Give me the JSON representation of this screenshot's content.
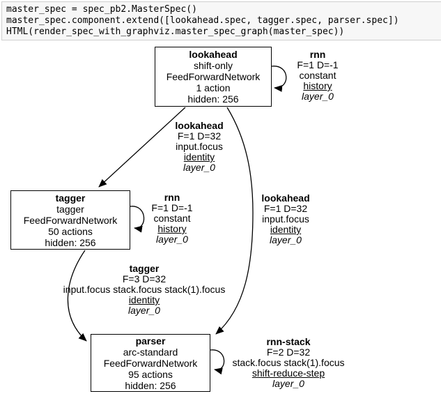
{
  "code_cell": {
    "lines": [
      "master_spec = spec_pb2.MasterSpec()",
      "master_spec.component.extend([lookahead.spec, tagger.spec, parser.spec])",
      "HTML(render_spec_with_graphviz.master_spec_graph(master_spec))"
    ],
    "background": "#f7f7f7",
    "border_color": "#cfcfcf"
  },
  "graph": {
    "colors": {
      "edge": "#000000",
      "box_border": "#000000",
      "box_fill": "#ffffff",
      "text": "#000000"
    },
    "nodes": [
      {
        "id": "lookahead",
        "title": "lookahead",
        "lines": [
          "shift-only",
          "FeedForwardNetwork",
          "1 action",
          "hidden: 256"
        ]
      },
      {
        "id": "tagger",
        "title": "tagger",
        "lines": [
          "tagger",
          "FeedForwardNetwork",
          "50 actions",
          "hidden: 256"
        ]
      },
      {
        "id": "parser",
        "title": "parser",
        "lines": [
          "arc-standard",
          "FeedForwardNetwork",
          "95 actions",
          "hidden: 256"
        ]
      }
    ],
    "edge_labels": [
      {
        "id": "rnn-on-lookahead",
        "title": "rnn",
        "line1": "F=1 D=-1",
        "line2": "constant",
        "underlined": "history",
        "italic": "layer_0"
      },
      {
        "id": "lookahead-to-tagger",
        "title": "lookahead",
        "line1": "F=1 D=32",
        "line2": "input.focus",
        "underlined": "identity",
        "italic": "layer_0"
      },
      {
        "id": "rnn-on-tagger",
        "title": "rnn",
        "line1": "F=1 D=-1",
        "line2": "constant",
        "underlined": "history",
        "italic": "layer_0"
      },
      {
        "id": "lookahead-to-parser",
        "title": "lookahead",
        "line1": "F=1 D=32",
        "line2": "input.focus",
        "underlined": "identity",
        "italic": "layer_0"
      },
      {
        "id": "tagger-to-parser",
        "title": "tagger",
        "line1": "F=3 D=32",
        "line2": "input.focus stack.focus stack(1).focus",
        "underlined": "identity",
        "italic": "layer_0"
      },
      {
        "id": "rnn-stack-on-parser",
        "title": "rnn-stack",
        "line1": "F=2 D=32",
        "line2": "stack.focus stack(1).focus",
        "underlined": "shift-reduce-step",
        "italic": "layer_0"
      }
    ]
  }
}
